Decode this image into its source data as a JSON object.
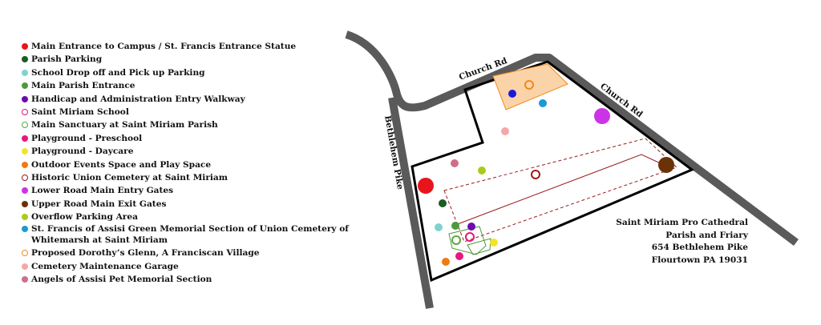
{
  "legend": [
    {
      "label": "Main Entrance to Campus / St. Francis Entrance Statue",
      "color": "#e8141c",
      "style": "filled"
    },
    {
      "label": "Parish Parking",
      "color": "#1d5b25",
      "style": "filled"
    },
    {
      "label": "School Drop off and Pick up Parking",
      "color": "#7fd3cf",
      "style": "filled"
    },
    {
      "label": "Main Parish Entrance",
      "color": "#4e9a3a",
      "style": "filled"
    },
    {
      "label": "Handicap and Administration Entry Walkway",
      "color": "#6a0dad",
      "style": "filled"
    },
    {
      "label": "Saint Miriam School",
      "color": "#e0187a",
      "style": "ring"
    },
    {
      "label": "Main Sanctuary at Saint Miriam Parish",
      "color": "#5aaa3c",
      "style": "ring"
    },
    {
      "label": "Playground - Preschool",
      "color": "#e8187e",
      "style": "filled"
    },
    {
      "label": "Playground - Daycare",
      "color": "#f4e22c",
      "style": "filled"
    },
    {
      "label": "Outdoor Events Space and Play Space",
      "color": "#f07a12",
      "style": "filled"
    },
    {
      "label": "Historic Union Cemetery at Saint Miriam",
      "color": "#9c1b1b",
      "style": "ring"
    },
    {
      "label": "Lower Road Main Entry Gates",
      "color": "#cc33e6",
      "style": "filled"
    },
    {
      "label": "Upper Road Main Exit Gates",
      "color": "#6b3208",
      "style": "filled"
    },
    {
      "label": "Overflow Parking Area",
      "color": "#a8cc1c",
      "style": "filled"
    },
    {
      "label": "St. Francis of Assisi Green Memorial Section of Union Cemetery of Whitemarsh at Saint Miriam",
      "color": "#1a9ad6",
      "style": "filled"
    },
    {
      "label": "Proposed Dorothy’s Glenn, A Franciscan Village",
      "color": "#f08a1c",
      "style": "ring"
    },
    {
      "label": "Cemetery Maintenance Garage",
      "color": "#f4a7a7",
      "style": "filled"
    },
    {
      "label": "Angels of Assisi Pet Memorial Section",
      "color": "#cf6f8a",
      "style": "filled"
    }
  ],
  "roads": {
    "church_rd_1": "Church Rd",
    "church_rd_2": "Church Rd",
    "bethlehem_pike": "Bethlehem Pike"
  },
  "address": {
    "line1": "Saint Miriam Pro Cathedral",
    "line2": "Parish and Friary",
    "line3": "654 Bethlehem Pike",
    "line4": "Flourtown PA  19031"
  },
  "colors": {
    "road": "#5a5a5a",
    "boundary": "#000000",
    "cemetery_outline": "#9c1b1b",
    "village_fill": "#fbd3a8",
    "village_stroke": "#f08a1c"
  }
}
